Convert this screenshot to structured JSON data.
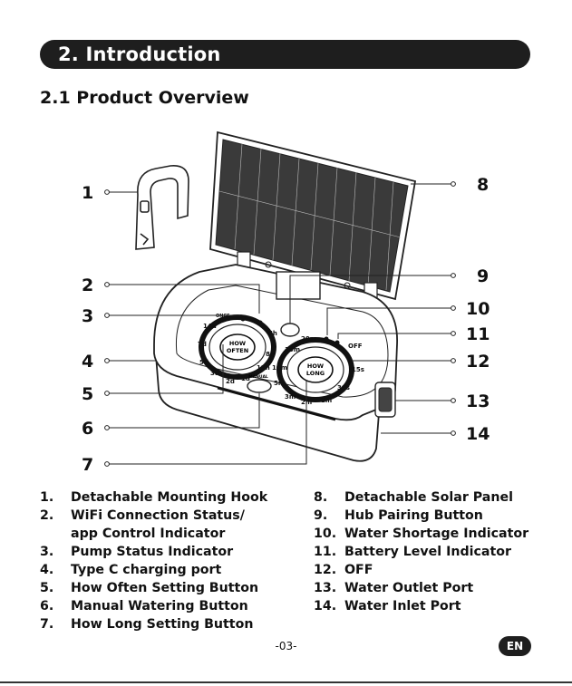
{
  "header": {
    "section_title": "2. Introduction",
    "subtitle": "2.1 Product Overview"
  },
  "diagram": {
    "callouts": [
      "1",
      "2",
      "3",
      "4",
      "5",
      "6",
      "7",
      "8",
      "9",
      "10",
      "11",
      "12",
      "13",
      "14"
    ],
    "device": {
      "how_often_label_1": "HOW",
      "how_often_label_2": "OFTEN",
      "how_long_label_1": "HOW",
      "how_long_label_2": "LONG",
      "manual_label": "MANUAL",
      "often_ticks": [
        "2d",
        "1d",
        "12h",
        "8h",
        "6h",
        "ONCE",
        "14d",
        "7d",
        "5d",
        "3d"
      ],
      "long_ticks": [
        "10m",
        "15m",
        "20m",
        "OFF",
        "15s",
        "30s",
        "1m",
        "2m",
        "3m",
        "5m"
      ]
    }
  },
  "legend": {
    "left": [
      {
        "num": "1.",
        "label": "Detachable Mounting Hook"
      },
      {
        "num": "2.",
        "label": "WiFi Connection Status/",
        "label2": "app Control Indicator"
      },
      {
        "num": "3.",
        "label": "Pump Status Indicator"
      },
      {
        "num": "4.",
        "label": "Type C charging port"
      },
      {
        "num": "5.",
        "label": "How Often Setting Button"
      },
      {
        "num": "6.",
        "label": "Manual Watering Button"
      },
      {
        "num": "7.",
        "label": "How Long Setting Button"
      }
    ],
    "right": [
      {
        "num": "8.",
        "label": "Detachable Solar Panel"
      },
      {
        "num": "9.",
        "label": "Hub Pairing Button"
      },
      {
        "num": "10.",
        "label": "Water Shortage Indicator"
      },
      {
        "num": "11.",
        "label": "Battery Level Indicator"
      },
      {
        "num": "12.",
        "label": "OFF"
      },
      {
        "num": "13.",
        "label": "Water Outlet Port"
      },
      {
        "num": "14.",
        "label": "Water Inlet Port"
      }
    ]
  },
  "footer": {
    "page": "-03-",
    "lang": "EN"
  }
}
